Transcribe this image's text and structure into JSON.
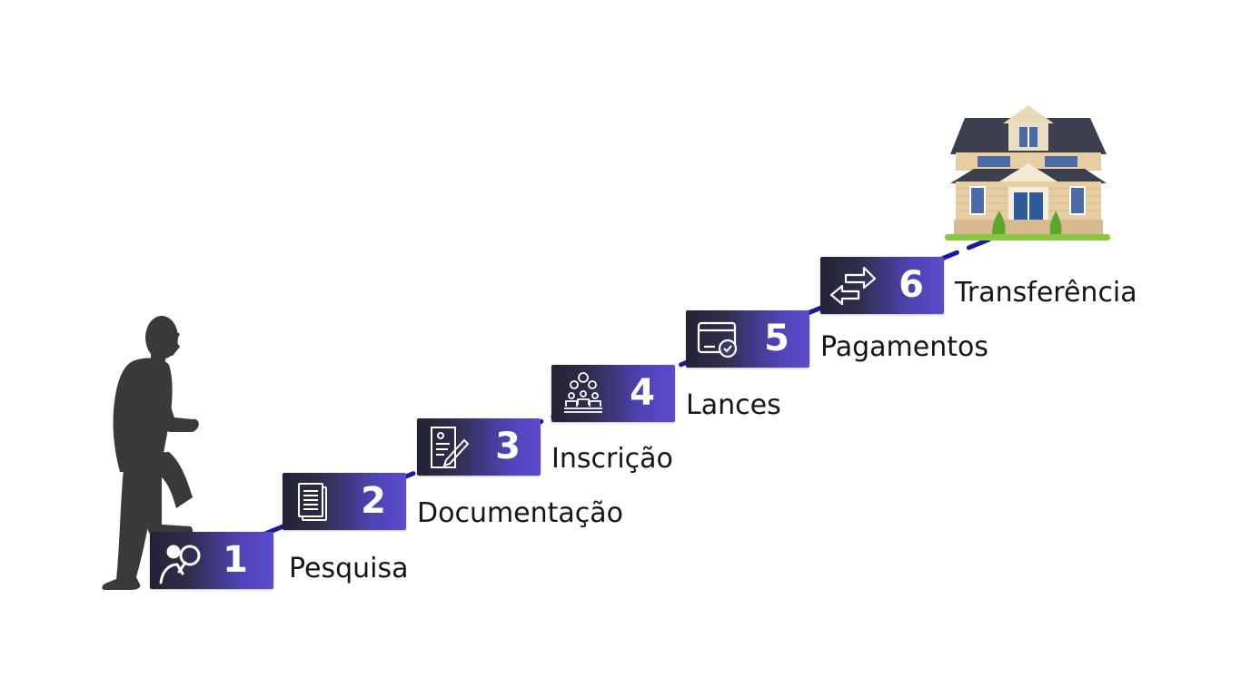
{
  "diagram": {
    "type": "staircase-process",
    "colors": {
      "box_gradient_start": "#222235",
      "box_gradient_end": "#5b4ccc",
      "path_line": "#1a1aa0",
      "person": "#3a3a3a",
      "label_text": "#151515"
    },
    "person": {
      "icon": "person-climbing-stairs-silhouette"
    },
    "goal": {
      "icon": "house-icon"
    },
    "steps": [
      {
        "number": "1",
        "label": "Pesquisa",
        "icon": "person-magnifier-icon"
      },
      {
        "number": "2",
        "label": "Documentação",
        "icon": "documents-icon"
      },
      {
        "number": "3",
        "label": "Inscrição",
        "icon": "form-pen-icon"
      },
      {
        "number": "4",
        "label": "Lances",
        "icon": "bidding-people-icon"
      },
      {
        "number": "5",
        "label": "Pagamentos",
        "icon": "card-check-icon"
      },
      {
        "number": "6",
        "label": "Transferência",
        "icon": "transfer-arrows-icon"
      }
    ]
  }
}
